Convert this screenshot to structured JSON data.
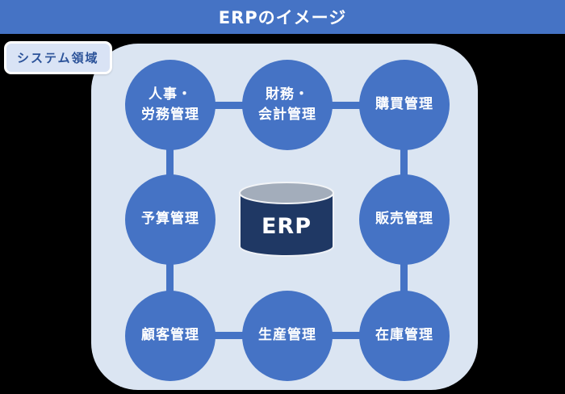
{
  "header": {
    "title": "ERPのイメージ"
  },
  "area": {
    "label": "システム領域"
  },
  "center": {
    "label": "ERP"
  },
  "modules": [
    {
      "label": "人事・\n労務管理"
    },
    {
      "label": "財務・\n会計管理"
    },
    {
      "label": "購買管理"
    },
    {
      "label": "予算管理"
    },
    {
      "label": "販売管理"
    },
    {
      "label": "顧客管理"
    },
    {
      "label": "生産管理"
    },
    {
      "label": "在庫管理"
    }
  ],
  "colors": {
    "header_bg": "#4573c5",
    "circle": "#4573c5",
    "connector": "#4573c5",
    "panel_bg": "#dbe5f2",
    "cylinder_body": "#1f3864",
    "cylinder_top": "#a3adbb",
    "label_bg": "#d9e3f5",
    "label_text": "#2b5299",
    "canvas_bg": "#000000"
  }
}
